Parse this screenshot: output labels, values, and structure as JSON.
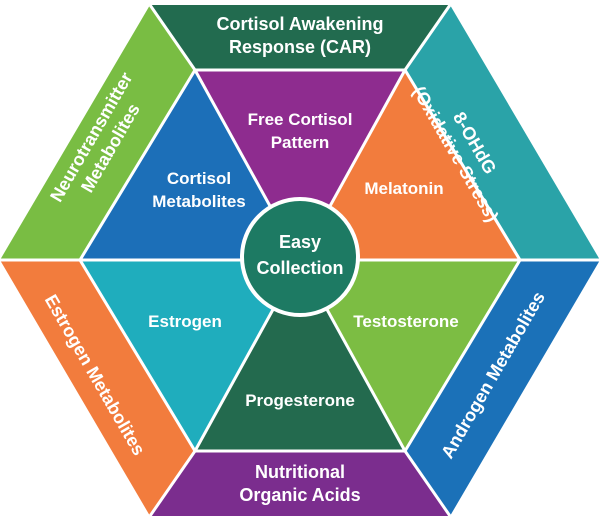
{
  "center": {
    "label_line1": "Easy",
    "label_line2": "Collection",
    "color": "#1d7a63"
  },
  "outer": {
    "top": {
      "line1": "Cortisol Awakening",
      "line2": "Response (CAR)",
      "color": "#226b4f"
    },
    "upper_right": {
      "line1": "8-OHdG",
      "line2": "(Oxidative Stress)",
      "color": "#2aa3a8"
    },
    "lower_right": {
      "line1": "Androgen Metabolites",
      "color": "#1b71b8"
    },
    "bottom": {
      "line1": "Nutritional",
      "line2": "Organic Acids",
      "color": "#7b2d8e"
    },
    "lower_left": {
      "line1": "Estrogen Metabolites",
      "color": "#f27c3d"
    },
    "upper_left": {
      "line1": "Neurotransmitter",
      "line2": "Metabolites",
      "color": "#79bd43"
    }
  },
  "inner": {
    "top": {
      "line1": "Free Cortisol",
      "line2": "Pattern",
      "color": "#8e2c8f"
    },
    "upper_right": {
      "line1": "Melatonin",
      "color": "#f27c3d"
    },
    "lower_right": {
      "line1": "Testosterone",
      "color": "#7cbd43"
    },
    "bottom": {
      "line1": "Progesterone",
      "color": "#236a4e"
    },
    "lower_left": {
      "line1": "Estrogen",
      "color": "#1fadbd"
    },
    "upper_left": {
      "line1": "Cortisol",
      "line2": "Metabolites",
      "color": "#1c6fb8"
    }
  },
  "separator_color": "#ffffff"
}
